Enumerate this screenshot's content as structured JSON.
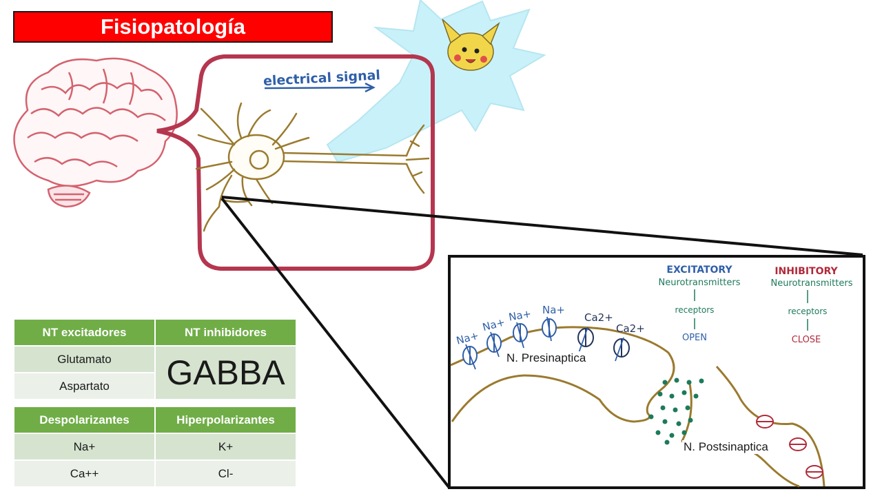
{
  "title": "Fisiopatología",
  "diagram": {
    "electrical_signal": "electrical signal",
    "excitatory_heading": "EXCITATORY",
    "inhibitory_heading": "INHIBITORY",
    "neurotransmitters": "Neurotransmitters",
    "receptors": "receptors",
    "open": "OPEN",
    "close": "CLOSE",
    "ion_na": "Na+",
    "ion_ca": "Ca2+",
    "presynaptic_label": "N. Presinaptica",
    "postsynaptic_label": "N. Postsinaptica"
  },
  "table1": {
    "headers": [
      "NT excitadores",
      "NT inhibidores"
    ],
    "rows": [
      [
        "Glutamato",
        "GABBA"
      ],
      [
        "Aspartato",
        ""
      ]
    ]
  },
  "table2": {
    "headers": [
      "Despolarizantes",
      "Hiperpolarizantes"
    ],
    "rows": [
      [
        "Na+",
        "K+"
      ],
      [
        "Ca++",
        "Cl-"
      ]
    ]
  },
  "colors": {
    "title_bg": "#ff0000",
    "header_green": "#70ad47",
    "brain_pink": "#d4626e",
    "frame_maroon": "#b5364f",
    "neuron_brown": "#9a7a2e",
    "excitatory_blue": "#2f5fa8",
    "inhibitory_red": "#b02a3a",
    "vesicle_green": "#1d7a5a",
    "lightning_cyan": "#c9f1fa"
  }
}
